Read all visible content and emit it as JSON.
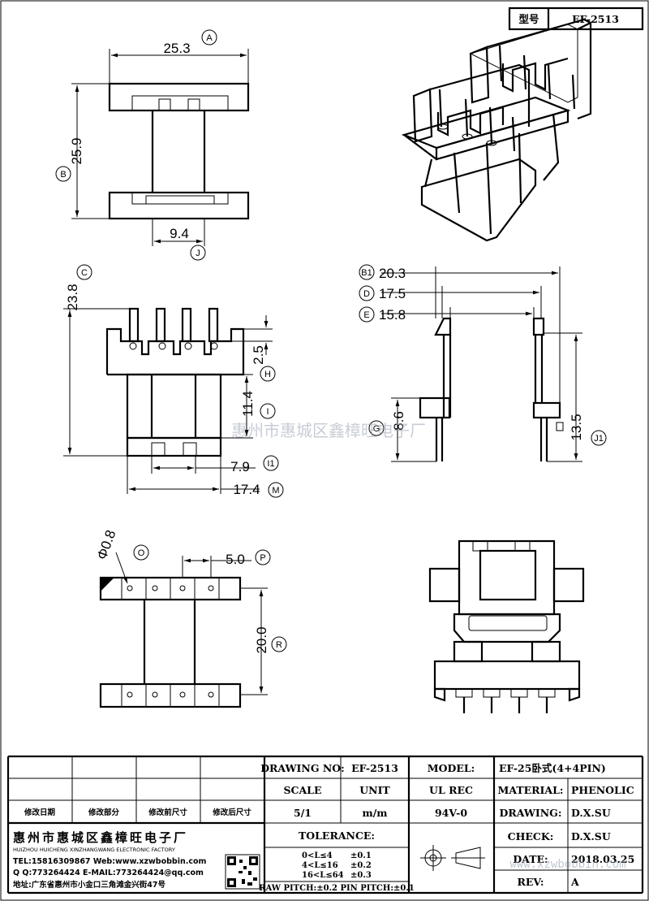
{
  "header": {
    "type_label": "型号",
    "model_no": "EF-2513"
  },
  "dimensions": {
    "A": "25.3",
    "B": "25.9",
    "J": "9.4",
    "C": "23.8",
    "H": "2.5",
    "I": "11.4",
    "I1": "7.9",
    "M": "17.4",
    "B1": "20.3",
    "D": "17.5",
    "E": "15.8",
    "G": "8.6",
    "J1": "13.5",
    "O": "Φ0.8",
    "P": "5.0",
    "R": "20.0"
  },
  "markers": {
    "A": "A",
    "B": "B",
    "J": "J",
    "C": "C",
    "H": "H",
    "I": "I",
    "I1": "I1",
    "M": "M",
    "B1": "B1",
    "D": "D",
    "E": "E",
    "G": "G",
    "J1": "J1",
    "O": "O",
    "P": "P",
    "R": "R"
  },
  "watermark": {
    "company": "惠州市惠城区鑫樟旺电子厂",
    "web": "www.xzwbobbin.com"
  },
  "title_block": {
    "revision_headers": [
      "修改日期",
      "修改部分",
      "修改前尺寸",
      "修改后尺寸"
    ],
    "drawing_no_label": "DRAWING NO:",
    "drawing_no": "EF-2513",
    "model_label": "MODEL:",
    "model": "EF-25卧式(4+4PIN)",
    "scale_label": "SCALE",
    "scale": "5/1",
    "unit_label": "UNIT",
    "unit": "m/m",
    "ul_label": "UL REC",
    "ul": "94V-0",
    "material_label": "MATERIAL:",
    "material": "PHENOLIC",
    "drawing_label": "DRAWING:",
    "drawing": "D.X.SU",
    "check_label": "CHECK:",
    "check": "D.X.SU",
    "date_label": "DATE:",
    "date": "2018.03.25",
    "rev_label": "REV:",
    "rev": "A",
    "tolerance_label": "TOLERANCE:",
    "tolerances": [
      {
        "range": "0<L≤4",
        "value": "±0.1"
      },
      {
        "range": "4<L≤16",
        "value": "±0.2"
      },
      {
        "range": "16<L≤64",
        "value": "±0.3"
      }
    ],
    "pitch_note": "RAW PITCH:±0.2 PIN PITCH:±0.1",
    "company_cn": "惠州市惠城区鑫樟旺电子厂",
    "company_en": "HUIZHOU HUICHENG XINZHANGWANG ELECTRONIC FACTORY",
    "tel_line": "TEL:15816309867 Web:www.xzwbobbin.com",
    "qq_line": "Q Q:773264424 E-MAIL:773264424@qq.com",
    "address_line": "地址:广东省惠州市小金口三角滩金兴街47号"
  }
}
